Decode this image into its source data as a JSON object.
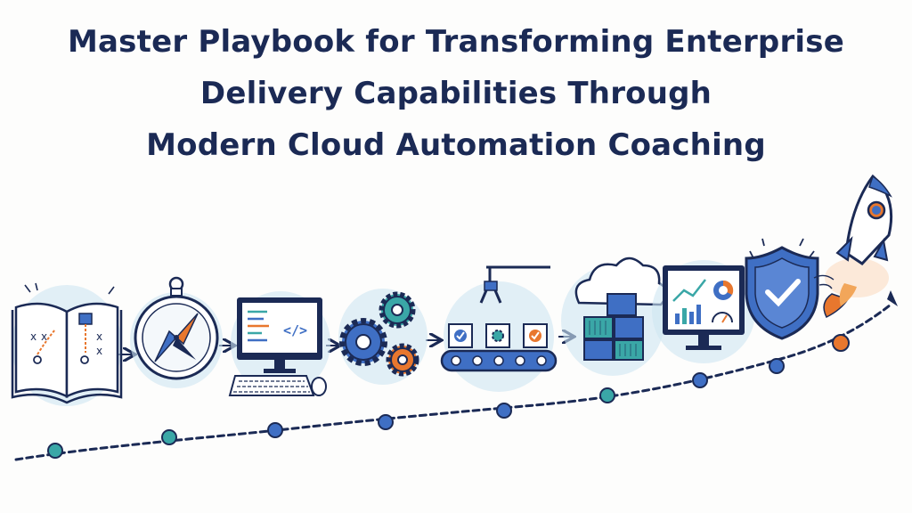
{
  "title": {
    "line1": "Master Playbook for Transforming Enterprise",
    "line2": "Delivery Capabilities Through",
    "line3": "Modern Cloud Automation Coaching"
  },
  "colors": {
    "navy": "#1b2a55",
    "blue": "#3f6fc4",
    "teal": "#3aa7a7",
    "orange": "#e8772e",
    "sky": "#cfe6f2"
  },
  "steps": [
    {
      "icon": "playbook-book-icon"
    },
    {
      "icon": "compass-icon"
    },
    {
      "icon": "computer-code-icon"
    },
    {
      "icon": "gears-icon"
    },
    {
      "icon": "robotic-arm-conveyor-icon"
    },
    {
      "icon": "cloud-containers-icon"
    },
    {
      "icon": "dashboard-monitor-icon"
    },
    {
      "icon": "security-shield-icon"
    },
    {
      "icon": "rocket-icon"
    }
  ],
  "code_tag": "</>"
}
